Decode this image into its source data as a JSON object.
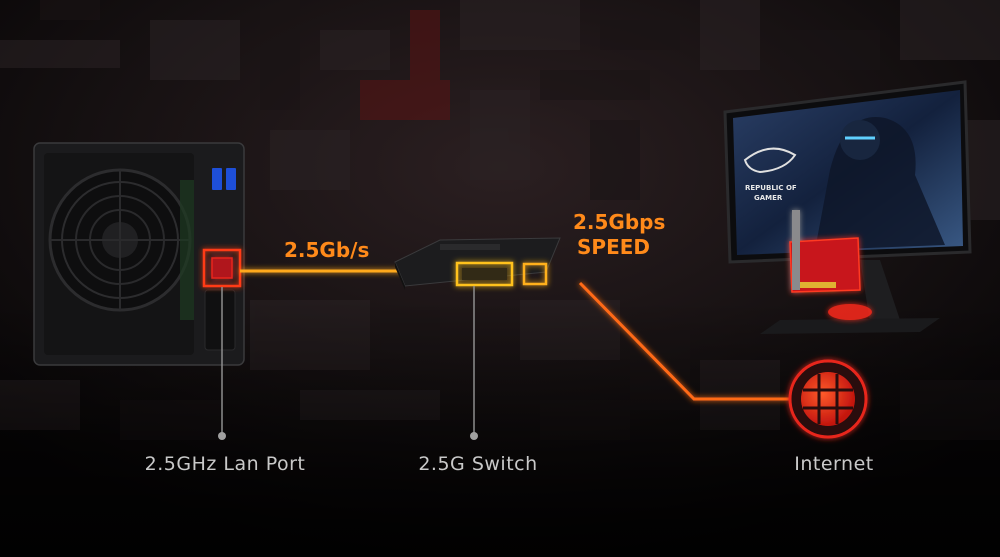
{
  "colors": {
    "accent_orange": "#ff8a1a",
    "accent_red": "#e8261c",
    "label_gray": "#c9c9c9",
    "background": "#0d0a0b"
  },
  "links": {
    "nas_to_switch_speed": "2.5Gb/s",
    "switch_to_pc_speed_line1": "2.5Gbps",
    "switch_to_pc_speed_line2": "SPEED"
  },
  "devices": {
    "nas_port_label": "2.5GHz Lan Port",
    "switch_label": "2.5G Switch",
    "internet_label": "Internet"
  },
  "monitor": {
    "brand_line1": "REPUBLIC OF",
    "brand_line2": "GAMER"
  },
  "icons": {
    "internet": "globe-icon"
  }
}
